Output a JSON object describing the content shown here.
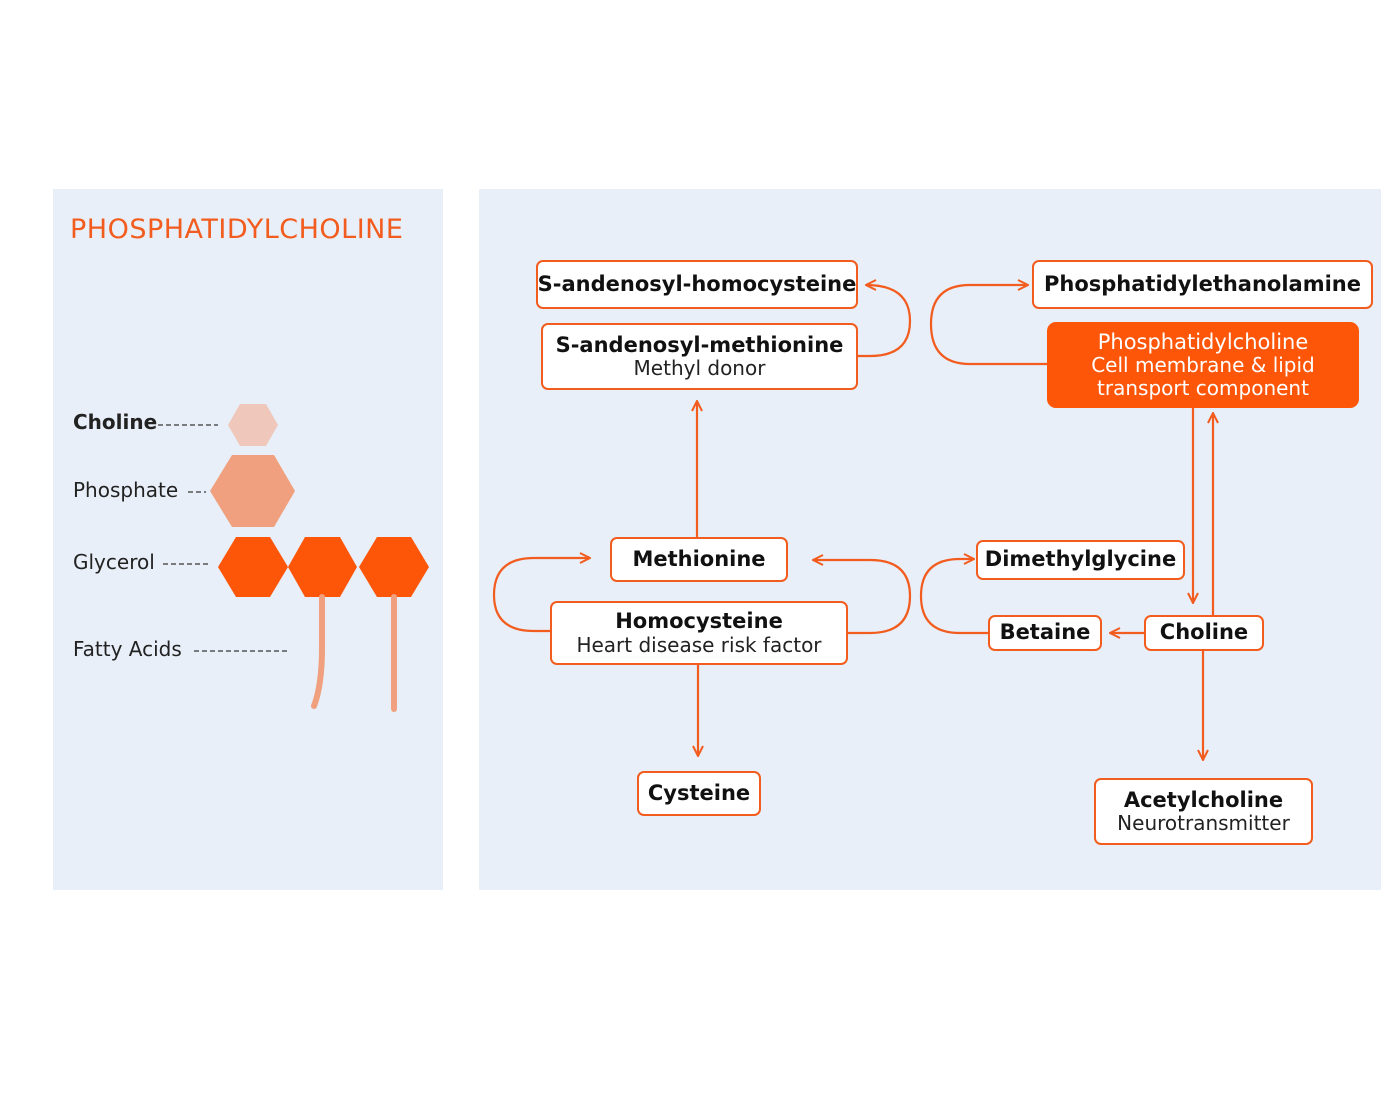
{
  "colors": {
    "accent": "#f25c1e",
    "accent_fill": "#fd5609",
    "panel_bg": "#e8eff8",
    "choline_hex": "#f0c8bb",
    "phosphate_hex": "#f0a07e",
    "glycerol_hex": "#fd5609",
    "fatty_acid": "#f0a07e"
  },
  "structure_panel": {
    "title": "PHOSPHATIDYLCHOLINE",
    "legend": {
      "choline": "Choline",
      "phosphate": "Phosphate",
      "glycerol": "Glycerol",
      "fatty_acids": "Fatty Acids"
    }
  },
  "pathway": {
    "sah": {
      "title": "S-andenosyl-homocysteine"
    },
    "sam": {
      "title": "S-andenosyl-methionine",
      "subtitle": "Methyl donor"
    },
    "methionine": {
      "title": "Methionine"
    },
    "homocysteine": {
      "title": "Homocysteine",
      "subtitle": "Heart disease risk factor"
    },
    "cysteine": {
      "title": "Cysteine"
    },
    "pe": {
      "title": "Phosphatidylethanolamine"
    },
    "pc": {
      "title": "Phosphatidylcholine",
      "subtitle_1": "Cell membrane & lipid",
      "subtitle_2": "transport component"
    },
    "dmg": {
      "title": "Dimethylglycine"
    },
    "betaine": {
      "title": "Betaine"
    },
    "choline": {
      "title": "Choline"
    },
    "acetylcholine": {
      "title": "Acetylcholine",
      "subtitle": "Neurotransmitter"
    }
  }
}
